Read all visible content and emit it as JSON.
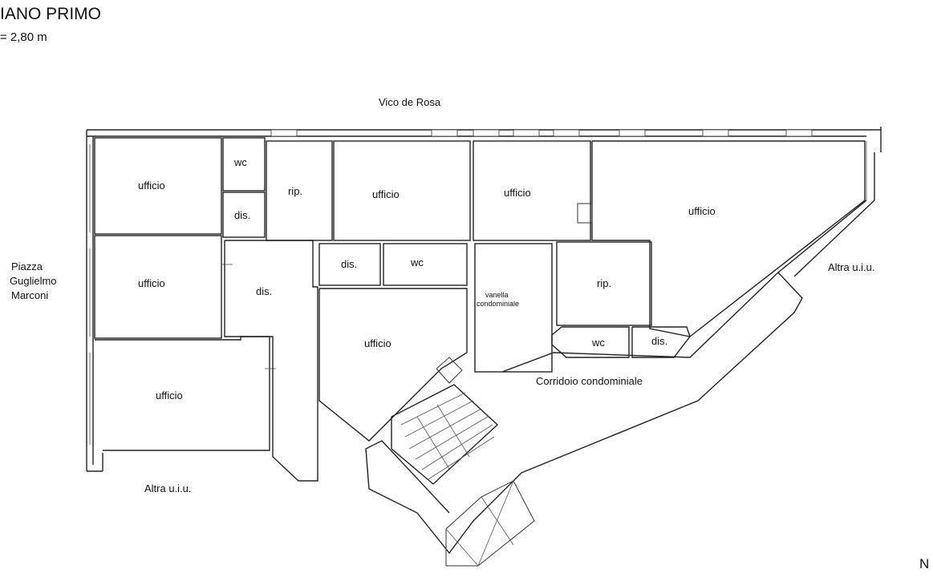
{
  "header": {
    "title": "IANO PRIMO",
    "height": "= 2,80 m"
  },
  "streets": {
    "top": "Vico de Rosa",
    "left_1": "Piazza",
    "left_2": "Guglielmo",
    "left_3": "Marconi",
    "bottom_left": "Altra u.i.u.",
    "right": "Altra u.i.u."
  },
  "rooms": {
    "ufficio_1": "ufficio",
    "wc_1": "wc",
    "dis_1": "dis.",
    "rip_1": "rip.",
    "ufficio_2": "ufficio",
    "ufficio_3": "ufficio",
    "ufficio_4": "ufficio",
    "ufficio_5": "ufficio",
    "dis_2": "dis.",
    "dis_3": "dis.",
    "wc_2": "wc",
    "vanella_1": "vanella",
    "vanella_2": "condominiale",
    "rip_2": "rip.",
    "ufficio_6": "ufficio",
    "wc_3": "wc",
    "dis_4": "dis.",
    "corridoio": "Corridoio condominiale",
    "ufficio_7": "ufficio"
  },
  "compass": {
    "label": "N"
  }
}
